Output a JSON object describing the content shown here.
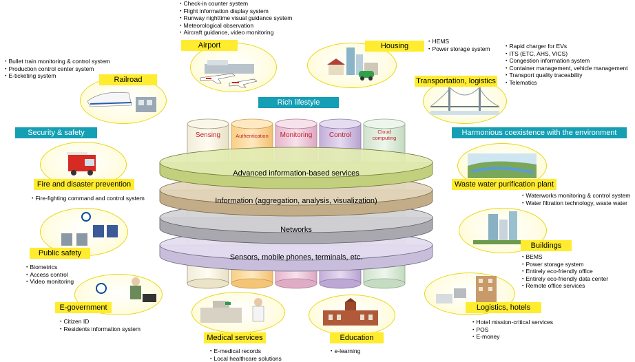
{
  "top": {
    "rich_lifestyle": "Rich lifestyle"
  },
  "left_header": "Security & safety",
  "right_header": "Harmonious coexistence with the environment",
  "pillars": [
    {
      "label": "Sensing",
      "color": "#c0202a"
    },
    {
      "label": "Authentication",
      "color": "#c0202a"
    },
    {
      "label": "Monitoring",
      "color": "#c0202a"
    },
    {
      "label": "Control",
      "color": "#c0202a"
    },
    {
      "label": "Cloud computing",
      "color": "#c0202a"
    }
  ],
  "layers": [
    "Advanced information-based services",
    "Information (aggregation, analysis, visualization)",
    "Networks",
    "Sensors, mobile phones, terminals, etc."
  ],
  "airport": {
    "label": "Airport",
    "items": [
      "Check-in counter system",
      "Flight information display system",
      "Runway nighttime visual guidance system",
      "Meteorological observation",
      "Aircraft guidance, video monitoring"
    ]
  },
  "housing": {
    "label": "Housing",
    "items": [
      "HEMS",
      "Power storage system"
    ]
  },
  "transport": {
    "label": "Transportation, logistics",
    "items": [
      "Rapid charger for EVs",
      "ITS (ETC, AHS, VICS)",
      "Congestion information system",
      "Container management, vehicle management",
      "Transport quality traceability",
      "Telematics"
    ]
  },
  "railroad": {
    "label": "Railroad",
    "items": [
      "Bullet train monitoring & control system",
      "Production control center system",
      "E-ticketing system"
    ]
  },
  "fire": {
    "label": "Fire and disaster prevention",
    "items": [
      "Fire-fighting command and control system"
    ]
  },
  "public_safety": {
    "label": "Public safety",
    "items": [
      "Biometrics",
      "Access control",
      "Video monitoring"
    ]
  },
  "egov": {
    "label": "E-government",
    "items": [
      "Citizen ID",
      "Residents information system"
    ]
  },
  "medical": {
    "label": "Medical services",
    "items": [
      "E-medical records",
      "Local healthcare solutions"
    ]
  },
  "education": {
    "label": "Education",
    "items": [
      "e-learning"
    ]
  },
  "waste": {
    "label": "Waste water purification plant",
    "items": [
      "Waterworks monitoring & control system",
      "Water filtration technology, waste water"
    ]
  },
  "buildings": {
    "label": "Buildings",
    "items": [
      "BEMS",
      "Power storage system",
      "Entirely eco-friendly office",
      "Entirely eco-friendly data center",
      "Remote office services"
    ]
  },
  "logistics": {
    "label": "Logistics, hotels",
    "items": [
      "Hotel mission-critical services",
      "POS",
      "E-money"
    ]
  }
}
